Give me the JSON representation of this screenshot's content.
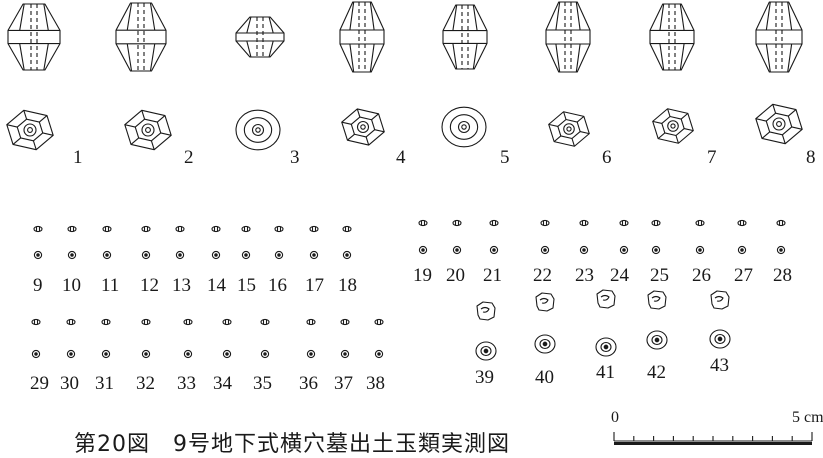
{
  "caption": "第20図　9号地下式横穴墓出土玉類実測図",
  "scale_bar": {
    "start_label": "0",
    "end_label": "5 cm",
    "divisions": 10
  },
  "large_bead_labels": [
    "1",
    "2",
    "3",
    "4",
    "5",
    "6",
    "7",
    "8"
  ],
  "small_bead_labels": {
    "left_row_1": [
      "9",
      "10",
      "11",
      "12",
      "13",
      "14",
      "15",
      "16",
      "17",
      "18"
    ],
    "left_row_2": [
      "29",
      "30",
      "31",
      "32",
      "33",
      "34",
      "35",
      "36",
      "37",
      "38"
    ],
    "right_row_1": [
      "19",
      "20",
      "21",
      "22",
      "23",
      "24",
      "25",
      "26",
      "27",
      "28"
    ],
    "right_row_2": [
      "39",
      "40",
      "41",
      "42",
      "43"
    ]
  },
  "colors": {
    "ink": "#1a1a1a",
    "paper": "#ffffff"
  }
}
